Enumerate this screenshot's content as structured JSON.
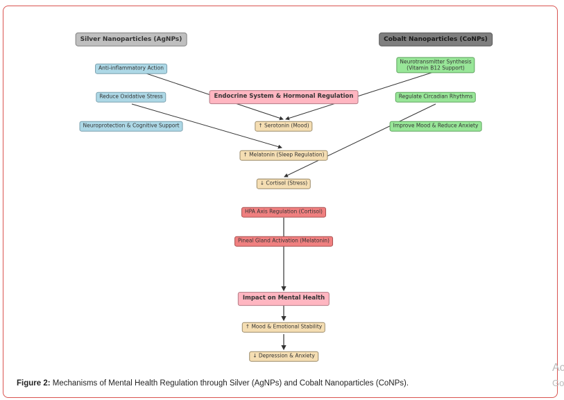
{
  "nodes": {
    "silver_header": "Silver Nanoparticles (AgNPs)",
    "cobalt_header": "Cobalt Nanoparticles (CoNPs)",
    "anti_inflammatory": "Anti-inflammatory Action",
    "reduce_oxidative": "Reduce Oxidative Stress",
    "neuroprotection": "Neuroprotection & Cognitive Support",
    "neurotransmitter_line1": "Neurotransmitter Synthesis",
    "neurotransmitter_line2": "(Vitamin B12 Support)",
    "circadian": "Regulate Circadian Rhythms",
    "improve_mood": "Improve Mood & Reduce Anxiety",
    "endocrine": "Endocrine System & Hormonal Regulation",
    "serotonin": "↑ Serotonin (Mood)",
    "melatonin": "↑ Melatonin (Sleep Regulation)",
    "cortisol": "↓ Cortisol (Stress)",
    "hpa_axis": "HPA Axis Regulation (Cortisol)",
    "pineal": "Pineal Gland Activation (Melatonin)",
    "impact": "Impact on Mental Health",
    "mood_stability": "↑ Mood & Emotional Stability",
    "depression": "↓ Depression & Anxiety"
  },
  "caption": {
    "label": "Figure 2:",
    "text": " Mechanisms of Mental Health Regulation through Silver (AgNPs) and Cobalt Nanoparticles (CoNPs)."
  },
  "edge_clip": {
    "line1": "Ac",
    "line2": "Go"
  }
}
